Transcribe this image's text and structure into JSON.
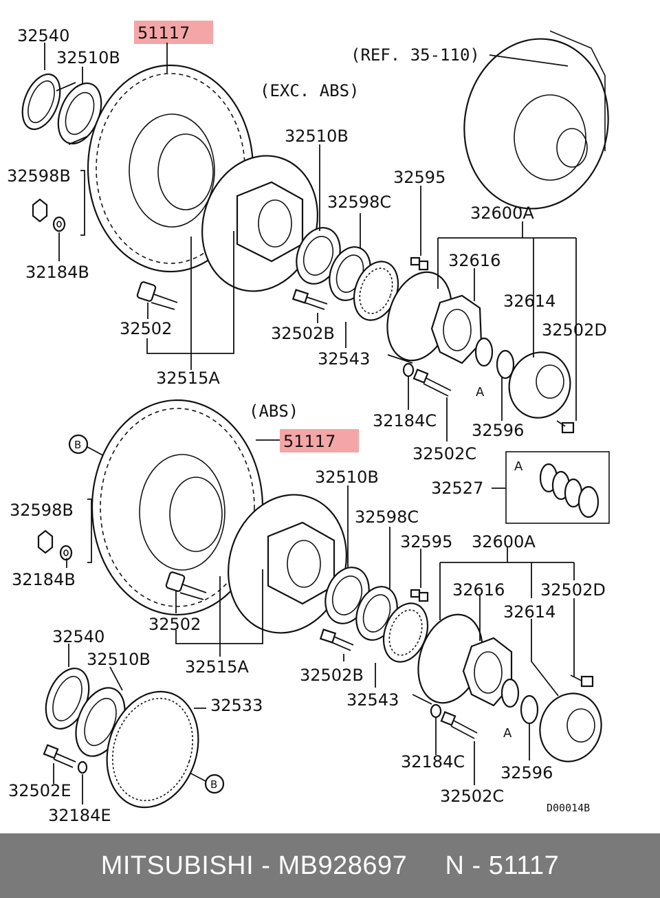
{
  "diagram": {
    "notes": {
      "exc_abs": "(EXC. ABS)",
      "abs": "(ABS)",
      "ref": "(REF. 35-110)"
    },
    "callouts": {
      "a": "A",
      "b": "B"
    },
    "code": "D00014B",
    "top": {
      "p32540": "32540",
      "p32510b_left": "32510B",
      "p51117": "51117",
      "p32510b": "32510B",
      "p32598b": "32598B",
      "p32184b": "32184B",
      "p32595": "32595",
      "p32598c": "32598C",
      "p32600a": "32600A",
      "p32616": "32616",
      "p32614": "32614",
      "p32502": "32502",
      "p32502b": "32502B",
      "p32502d": "32502D",
      "p32543": "32543",
      "p32515a": "32515A",
      "p32184c": "32184C",
      "p32596": "32596",
      "p32502c": "32502C"
    },
    "bottom": {
      "p51117": "51117",
      "p32510b": "32510B",
      "p32598b": "32598B",
      "p32598c": "32598C",
      "p32595": "32595",
      "p32600a": "32600A",
      "p32184b": "32184B",
      "p32616": "32616",
      "p32502d": "32502D",
      "p32614": "32614",
      "p32502": "32502",
      "p32540": "32540",
      "p32515a": "32515A",
      "p32510b_left": "32510B",
      "p32533": "32533",
      "p32502b": "32502B",
      "p32543": "32543",
      "p32502e": "32502E",
      "p32184c": "32184C",
      "p32596": "32596",
      "p32184e": "32184E",
      "p32502c": "32502C"
    },
    "kit": {
      "p32527": "32527",
      "a": "A"
    }
  },
  "footer": {
    "text": "MITSUBISHI - MB928697     N - 51117"
  }
}
